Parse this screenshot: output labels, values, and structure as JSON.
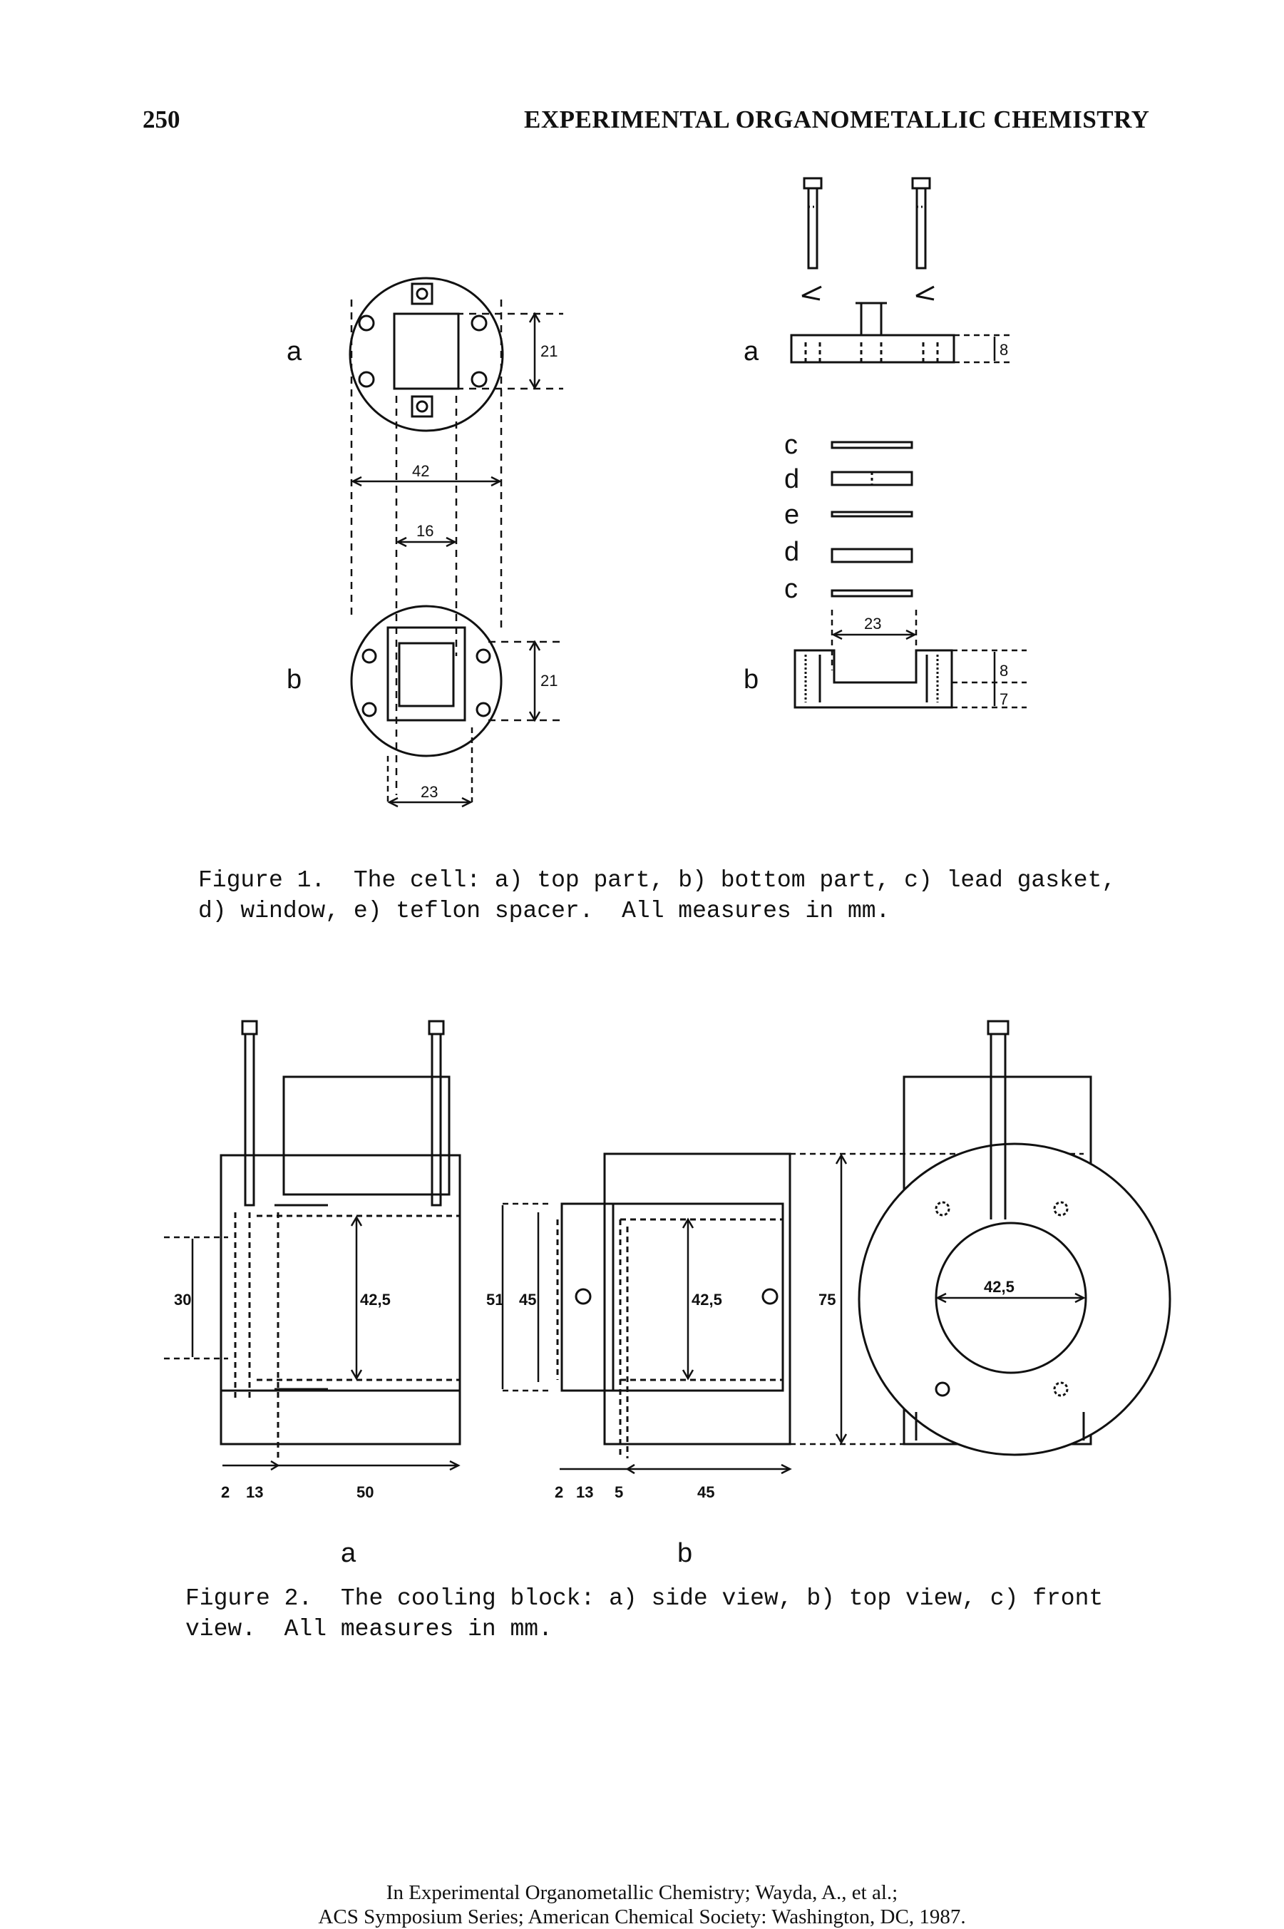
{
  "header": {
    "page_number": "250",
    "running_title": "EXPERIMENTAL ORGANOMETALLIC CHEMISTRY"
  },
  "figure1": {
    "left_view": {
      "label_a": "a",
      "label_b": "b",
      "dim_21_top": "21",
      "dim_42": "42",
      "dim_16": "16",
      "dim_21_bottom": "21",
      "dim_23": "23"
    },
    "right_view": {
      "label_a": "a",
      "dim_8_top": "8",
      "parts": [
        "c",
        "d",
        "e",
        "d",
        "c"
      ],
      "dim_23": "23",
      "label_b": "b",
      "dim_8": "8",
      "dim_7": "7"
    },
    "caption_line1": "Figure 1.  The cell: a) top part, b) bottom part, c) lead gasket,",
    "caption_line2": "d) window, e) teflon spacer.  All measures in mm."
  },
  "figure2": {
    "side_view": {
      "dim_30": "30",
      "dim_42_5": "42,5",
      "dim_2": "2",
      "dim_13": "13",
      "dim_50": "50",
      "label": "a"
    },
    "top_view": {
      "dim_51": "51",
      "dim_45_v": "45",
      "dim_42_5": "42,5",
      "dim_2": "2",
      "dim_13": "13",
      "dim_5": "5",
      "dim_45_h": "45",
      "label": "b"
    },
    "front_view": {
      "dim_75": "75",
      "dim_42_5": "42,5"
    },
    "caption_line1": "Figure 2.  The cooling block: a) side view, b) top view, c) front",
    "caption_line2": "view.  All measures in mm."
  },
  "footer": {
    "line1": "In Experimental Organometallic Chemistry; Wayda, A., et al.;",
    "line2": "ACS Symposium Series; American Chemical Society: Washington, DC, 1987."
  }
}
